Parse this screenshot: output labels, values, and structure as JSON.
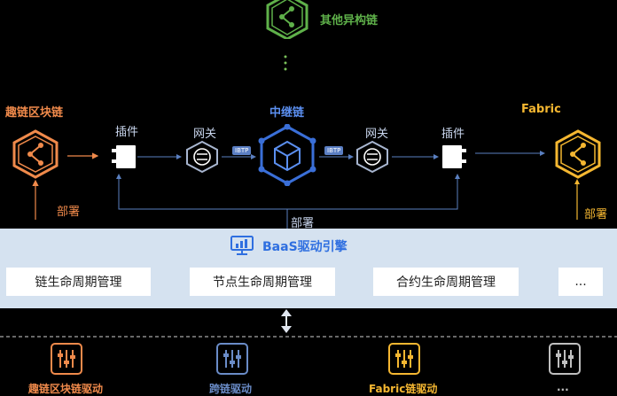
{
  "chains": {
    "other": "其他异构链",
    "quchain": "趣链区块链",
    "relay": "中继链",
    "fabric": "Fabric"
  },
  "components": {
    "plugin": "插件",
    "gateway": "网关",
    "ibtp": "IBTP",
    "deploy": "部署"
  },
  "engine": {
    "title": "BaaS驱动引擎",
    "lifecycle": [
      "链生命周期管理",
      "节点生命周期管理",
      "合约生命周期管理",
      "..."
    ]
  },
  "drivers": [
    "趣链区块链驱动",
    "跨链驱动",
    "Fabric链驱动",
    "..."
  ],
  "colors": {
    "quchain": "#f08a4b",
    "other": "#5fb14a",
    "relay": "#3a6fd8",
    "fabric": "#f5b731",
    "engine_bg": "#d5e2f0",
    "driver_blue": "#6a8cc8",
    "driver_gray": "#bfbfbf"
  }
}
